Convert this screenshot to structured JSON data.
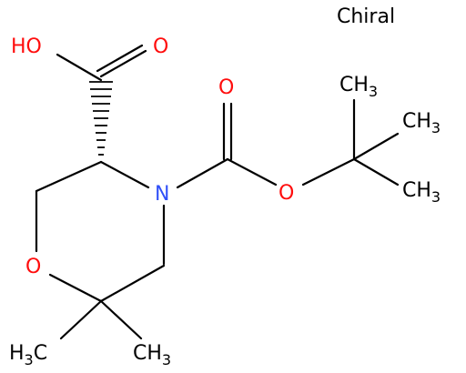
{
  "chiral_label": "Chiral",
  "atoms": {
    "acid_oh": "HO",
    "acid_o": "O",
    "carbamate_o": "O",
    "ester_o": "O",
    "ring_n": "N",
    "ring_o": "O",
    "ch3_top": "CH",
    "ch3_mid": "CH",
    "ch3_bot": "CH",
    "h3c_left": "H",
    "ch3_right": "CH"
  },
  "subscripts": {
    "three": "3"
  },
  "colors": {
    "oxygen": "#ff0d0d",
    "nitrogen": "#3050f8",
    "carbon": "#000000"
  }
}
